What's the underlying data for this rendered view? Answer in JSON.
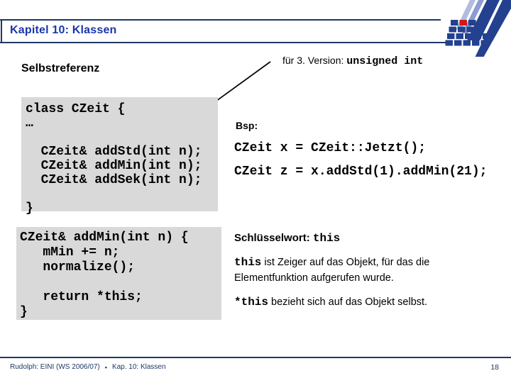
{
  "header": {
    "title": "Kapitel 10: Klassen"
  },
  "subtitle": "Selbstreferenz",
  "annotation": {
    "prefix": "für 3. Version: ",
    "code": "unsigned int"
  },
  "code_blocks": {
    "declaration": "class CZeit {\n…\n\n  CZeit& addStd(int n);\n  CZeit& addMin(int n);\n  CZeit& addSek(int n);\n\n}",
    "definition": "CZeit& addMin(int n) {\n   mMin += n;\n   normalize();\n\n   return *this;\n}"
  },
  "example": {
    "label": "Bsp:",
    "code": "CZeit x = CZeit::Jetzt();\nCZeit z = x.addStd(1).addMin(21);"
  },
  "keyword": {
    "label": "Schlüsselwort: ",
    "code": "this"
  },
  "explanation": {
    "p1": {
      "code": "this",
      "text": " ist Zeiger auf das Objekt, für das die\nElementfunktion aufgerufen wurde."
    },
    "p2": {
      "code": "*this",
      "text": " bezieht sich auf das Objekt selbst."
    }
  },
  "footer": {
    "author": "Rudolph: EINI (WS 2006/07)",
    "separator": "▪",
    "chapter": "Kap. 10: Klassen",
    "page": "18"
  },
  "colors": {
    "rule_navy": "#1f3864",
    "title_blue": "#1a35ad",
    "code_box_gray": "#d9d9d9",
    "logo_navy": "#24418f",
    "logo_red": "#cc1a1a",
    "logo_stripe_light": "#b2bcdf",
    "logo_stripe_mid": "#8d9cd1"
  }
}
